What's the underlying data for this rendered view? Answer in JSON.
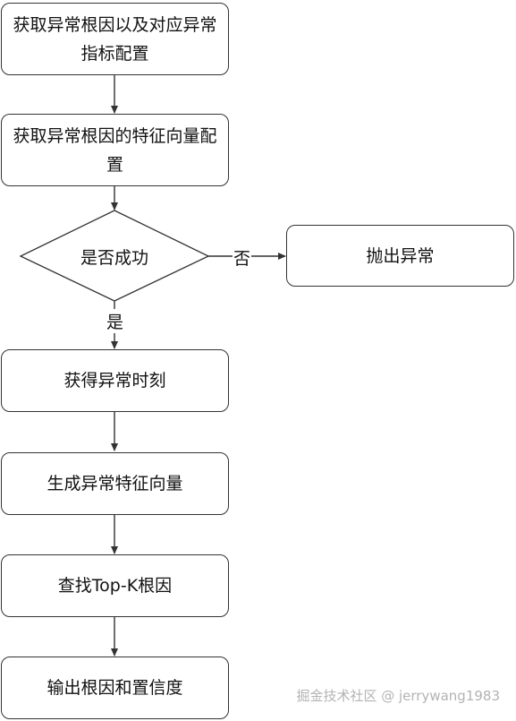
{
  "nodes": {
    "get_root_cause_config": "获取异常根因以及对应异常指标配置",
    "get_feature_vector_config": "获取异常根因的特征向量配置",
    "is_success": "是否成功",
    "throw_exception": "抛出异常",
    "get_anomaly_time": "获得异常时刻",
    "generate_feature_vector": "生成异常特征向量",
    "find_topk": "查找Top-K根因",
    "output_result": "输出根因和置信度"
  },
  "edges": {
    "no_label": "否",
    "yes_label": "是"
  },
  "watermark": "掘金技术社区 @ jerrywang1983",
  "colors": {
    "stroke": "#333333",
    "text": "#111111",
    "watermark": "#b3b3b3"
  }
}
